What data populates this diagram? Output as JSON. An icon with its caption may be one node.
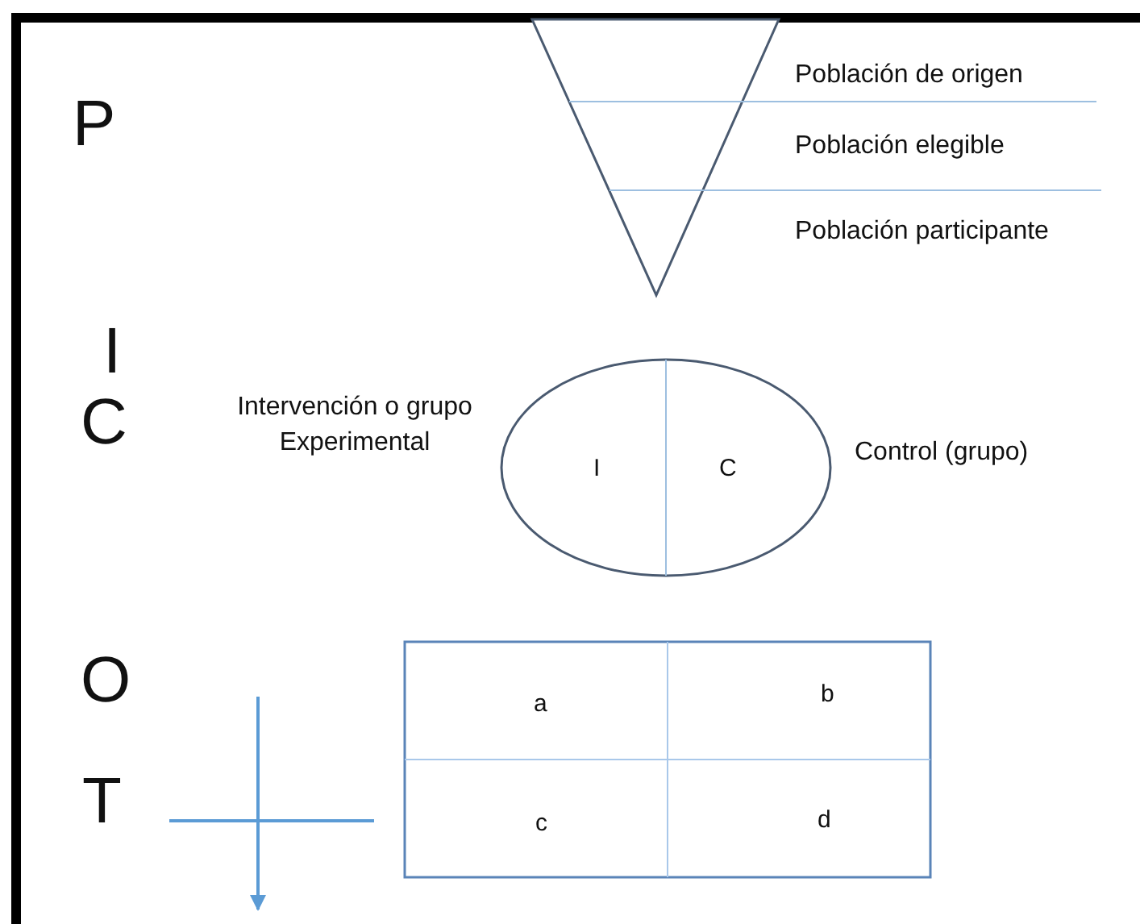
{
  "diagram": {
    "nodes": [
      {
        "text": [
          "I",
          "C"
        ],
        "beside": [
          "Intervención o grupo Experimental",
          "Control (grupo)"
        ]
      }
    ],
    "labels": [
      "P",
      "I",
      "C",
      "O",
      "T",
      "Población de origen",
      "Población elegible",
      "Población participante",
      "a",
      "b",
      "c",
      "d"
    ]
  }
}
